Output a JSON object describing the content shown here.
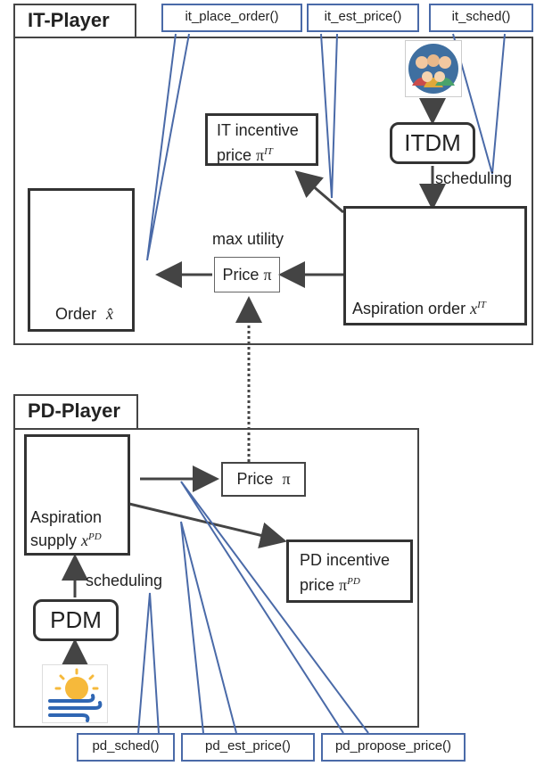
{
  "it_player": {
    "title": "IT-Player",
    "itdm_label": "ITDM",
    "scheduling_label": "scheduling",
    "incentive_line1": "IT incentive",
    "incentive_line2": "price",
    "incentive_symbol": "π",
    "incentive_sup": "IT",
    "aspiration_label": "Aspiration order",
    "aspiration_symbol": "x",
    "aspiration_sup": "IT",
    "max_utility_label": "max utility",
    "price_label": "Price",
    "price_symbol": "π",
    "order_label": "Order",
    "order_symbol": "x̂"
  },
  "pd_player": {
    "title": "PD-Player",
    "pdm_label": "PDM",
    "scheduling_label": "scheduling",
    "aspiration_line1": "Aspiration",
    "aspiration_line2": "supply",
    "aspiration_symbol": "x",
    "aspiration_sup": "PD",
    "price_label": "Price",
    "price_symbol": "π",
    "incentive_line1": "PD incentive",
    "incentive_line2": "price",
    "incentive_symbol": "π",
    "incentive_sup": "PD"
  },
  "functions": {
    "it_place_order": "it_place_order()",
    "it_est_price": "it_est_price()",
    "it_sched": "it_sched()",
    "pd_sched": "pd_sched()",
    "pd_est_price": "pd_est_price()",
    "pd_propose_price": "pd_propose_price()"
  },
  "colors": {
    "bar_red": "#e8554e",
    "bar_blue": "#8fa9d6",
    "bar_green": "#5cb85c",
    "callout_border": "#4a6aa8"
  },
  "icons": {
    "group": "people-group-icon",
    "weather": "sun-wind-icon"
  }
}
